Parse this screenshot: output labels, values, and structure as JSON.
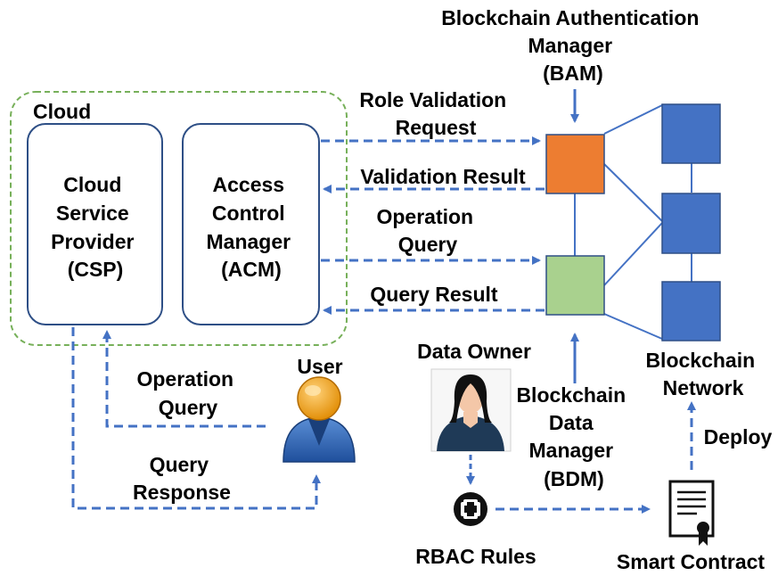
{
  "colors": {
    "cloud_border": "#77b05a",
    "box_border": "#2e4f86",
    "arrow": "#4472c4",
    "bam_node": "#ed7d31",
    "bdm_node": "#a9d18e",
    "network_node": "#4472c4",
    "line": "#4472c4"
  },
  "labels": {
    "cloud": "Cloud",
    "csp": [
      "Cloud",
      "Service",
      "Provider",
      "(CSP)"
    ],
    "acm": [
      "Access",
      "Control",
      "Manager",
      "(ACM)"
    ],
    "bam": [
      "Blockchain Authentication",
      "Manager",
      "(BAM)"
    ],
    "role_validation": [
      "Role Validation",
      "Request"
    ],
    "validation_result": "Validation Result",
    "operation_query_top": [
      "Operation",
      "Query"
    ],
    "query_result": "Query Result",
    "data_owner": "Data Owner",
    "user": "User",
    "operation_query_user": [
      "Operation",
      "Query"
    ],
    "query_response": [
      "Query",
      "Response"
    ],
    "bdm": [
      "Blockchain",
      "Data",
      "Manager",
      "(BDM)"
    ],
    "blockchain_network": [
      "Blockchain",
      "Network"
    ],
    "deploy": "Deploy",
    "rbac_rules": "RBAC Rules",
    "smart_contract": "Smart Contract"
  },
  "icons": {
    "user": "user-avatar-icon",
    "data_owner": "data-owner-portrait-icon",
    "rbac": "plus-circle-icon",
    "contract": "certificate-document-icon"
  }
}
